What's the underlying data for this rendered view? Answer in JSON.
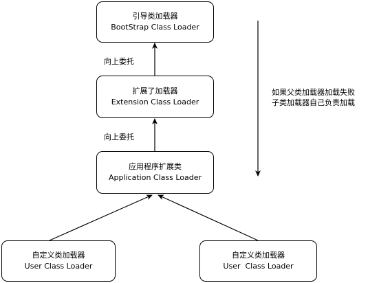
{
  "nodes": {
    "bootstrap": {
      "name": "引导类加载器",
      "sub": "BootStrap Class Loader"
    },
    "extension": {
      "name": "扩展了加载器",
      "sub": "Extension Class Loader"
    },
    "application": {
      "name": "应用程序扩展类",
      "sub": "Application Class Loader"
    },
    "user_left": {
      "name": "自定义类加载器",
      "sub": "User Class Loader"
    },
    "user_right": {
      "name": "自定义类加载器",
      "sub": "User  Class Loader"
    }
  },
  "edge_labels": {
    "upper": "向上委托",
    "lower": "向上委托"
  },
  "note": {
    "line1": "如果父类加载器加载失败",
    "line2": "子类加载器自己负责加载"
  },
  "colors": {
    "stroke": "#000000",
    "background": "#ffffff"
  }
}
